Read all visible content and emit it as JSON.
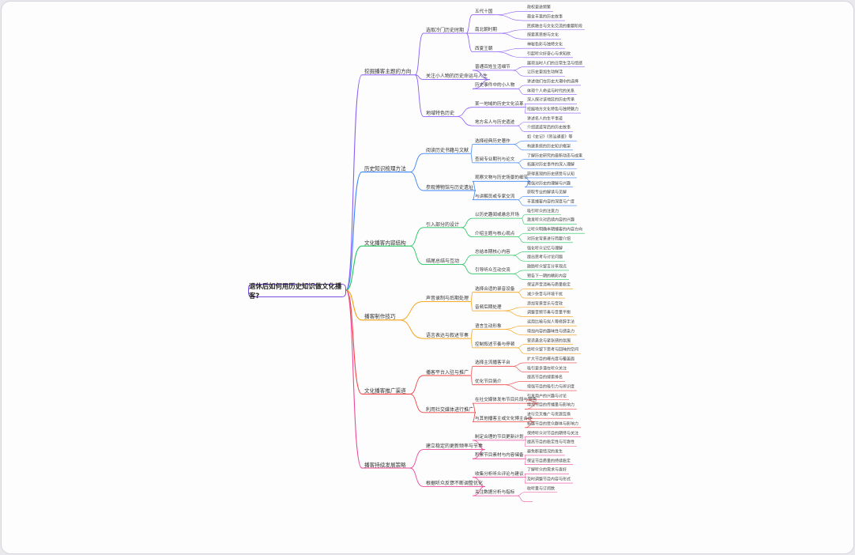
{
  "root": "退休后如何用历史知识做文化播客?",
  "branches": [
    {
      "label": "挖掘播客主题的方向",
      "color": "#8b5cf6",
      "children": [
        {
          "label": "选取冷门历史时期",
          "children": [
            {
              "label": "五代十国",
              "children": [
                "政权更迭频繁",
                "蕴含丰富的历史故事"
              ]
            },
            {
              "label": "南北朝时期",
              "children": [
                "民族融合与文化交流的重要阶段",
                "探索其思想与文化"
              ]
            },
            {
              "label": "西夏王朝",
              "children": [
                "神秘色彩与独特文化",
                "引起听众好奇心与求知欲"
              ]
            }
          ]
        },
        {
          "label": "关注小人物的历史命运与人生",
          "children": [
            {
              "label": "普通百姓生活细节",
              "children": [
                "展现当时人们的日常生活与情感",
                "让历史更加生动鲜活"
              ]
            },
            {
              "label": "历史事件中的小人物",
              "children": [
                "讲述他们在历史大潮中的选择",
                "体现个人命运与时代的关系"
              ]
            }
          ]
        },
        {
          "label": "地域特色历史",
          "children": [
            {
              "label": "某一地域的历史文化沿革",
              "children": [
                "深入探讨该地区的历史传承",
                "挖掘地方文化特色与独特魅力"
              ]
            },
            {
              "label": "地方名人与历史遗迹",
              "children": [
                "讲述名人的生平事迹",
                "介绍遗迹背后的历史故事"
              ]
            }
          ]
        }
      ]
    },
    {
      "label": "历史知识梳理方法",
      "color": "#3b82f6",
      "children": [
        {
          "label": "阅读历史书籍与文献",
          "children": [
            {
              "label": "选择经典历史著作",
              "children": [
                "如《史记》《资治通鉴》等",
                "构建系统的历史知识框架"
              ]
            },
            {
              "label": "查阅专业期刊与论文",
              "children": [
                "了解历史研究的最新动态与成果",
                "拓展对历史事件的深入理解"
              ]
            }
          ]
        },
        {
          "label": "参观博物馆与历史遗址",
          "children": [
            {
              "label": "观察文物与历史场景的细节",
              "children": [
                "获得直观的历史感受与认知",
                "增强对历史的理解与兴趣"
              ]
            },
            {
              "label": "与讲解员或专家交流",
              "children": [
                "获取专业的解读与见解",
                "丰富播客内容的深度与广度"
              ]
            }
          ]
        }
      ]
    },
    {
      "label": "文化播客内容结构",
      "color": "#22c55e",
      "children": [
        {
          "label": "引入部分的设计",
          "children": [
            {
              "label": "以历史趣闻或悬念开场",
              "children": [
                "吸引听众的注意力",
                "激发听众对后续内容的兴趣"
              ]
            },
            {
              "label": "介绍主题与核心观点",
              "children": [
                "让听众明确本期播客的内容方向",
                "对历史背景进行简要介绍"
              ]
            }
          ]
        },
        {
          "label": "结尾总结与互动",
          "children": [
            {
              "label": "总结本期核心内容",
              "children": [
                "强化听众记忆与理解",
                "提出思考与讨论问题"
              ]
            },
            {
              "label": "引导听众互动交流",
              "children": [
                "鼓励听众留言分享观点",
                "预告下一期的精彩内容"
              ]
            }
          ]
        }
      ]
    },
    {
      "label": "播客制作技巧",
      "color": "#f59e0b",
      "children": [
        {
          "label": "声音录制与后期处理",
          "children": [
            {
              "label": "选择合适的录音设备",
              "children": [
                "保证声音清晰与质量稳定",
                "减少杂音与环境干扰"
              ]
            },
            {
              "label": "音频后期处理",
              "children": [
                "添加背景音乐与音效",
                "调整音频节奏与音量平衡"
              ]
            }
          ]
        },
        {
          "label": "语言表达与叙述节奏",
          "children": [
            {
              "label": "语言生动形象",
              "children": [
                "运用比喻与拟人等修辞手法",
                "增加内容的趣味性与感染力"
              ]
            },
            {
              "label": "控制叙述节奏与停顿",
              "children": [
                "营造悬念与紧张感的氛围",
                "给听众留下思考与回味的空间"
              ]
            }
          ]
        }
      ]
    },
    {
      "label": "文化播客推广渠道",
      "color": "#ef4444",
      "children": [
        {
          "label": "播客平台入驻与推广",
          "children": [
            {
              "label": "选择主流播客平台",
              "children": [
                "扩大节目的曝光度与覆盖面",
                "吸引更多潜在听众关注"
              ]
            },
            {
              "label": "优化节目简介",
              "children": [
                "提高节目的搜索排名",
                "增强节目的吸引力与辨识度"
              ]
            }
          ]
        },
        {
          "label": "利用社交媒体进行推广",
          "children": [
            {
              "label": "在社交媒体发布节目片段与预告",
              "children": [
                "引发用户的兴趣与讨论",
                "增加节目的传播量与影响力"
              ]
            },
            {
              "label": "与其他播客主或文化博主合作",
              "children": [
                "进行交叉推广与资源互换",
                "拓展节目的受众群体与影响力"
              ]
            }
          ]
        }
      ]
    },
    {
      "label": "播客持续发展策略",
      "color": "#ec4899",
      "children": [
        {
          "label": "建立稳定的更新频率与节奏",
          "children": [
            {
              "label": "制定合理的节目更新计划",
              "children": [
                "保持听众对节目的期待与关注",
                "提高节目的稳定性与可靠性"
              ]
            },
            {
              "label": "积累节目素材与内容储备",
              "children": [
                "避免断更情况的发生",
                "保证节目质量的持续稳定"
              ]
            }
          ]
        },
        {
          "label": "根据听众反馈不断调整优化",
          "children": [
            {
              "label": "收集分析听众评论与建议",
              "children": [
                "了解听众的需求与喜好",
                "及时调整节目内容与形式"
              ]
            },
            {
              "label": "关注数据分析与指标",
              "children": [
                "收听量与订阅数",
                ""
              ]
            }
          ]
        }
      ]
    }
  ]
}
